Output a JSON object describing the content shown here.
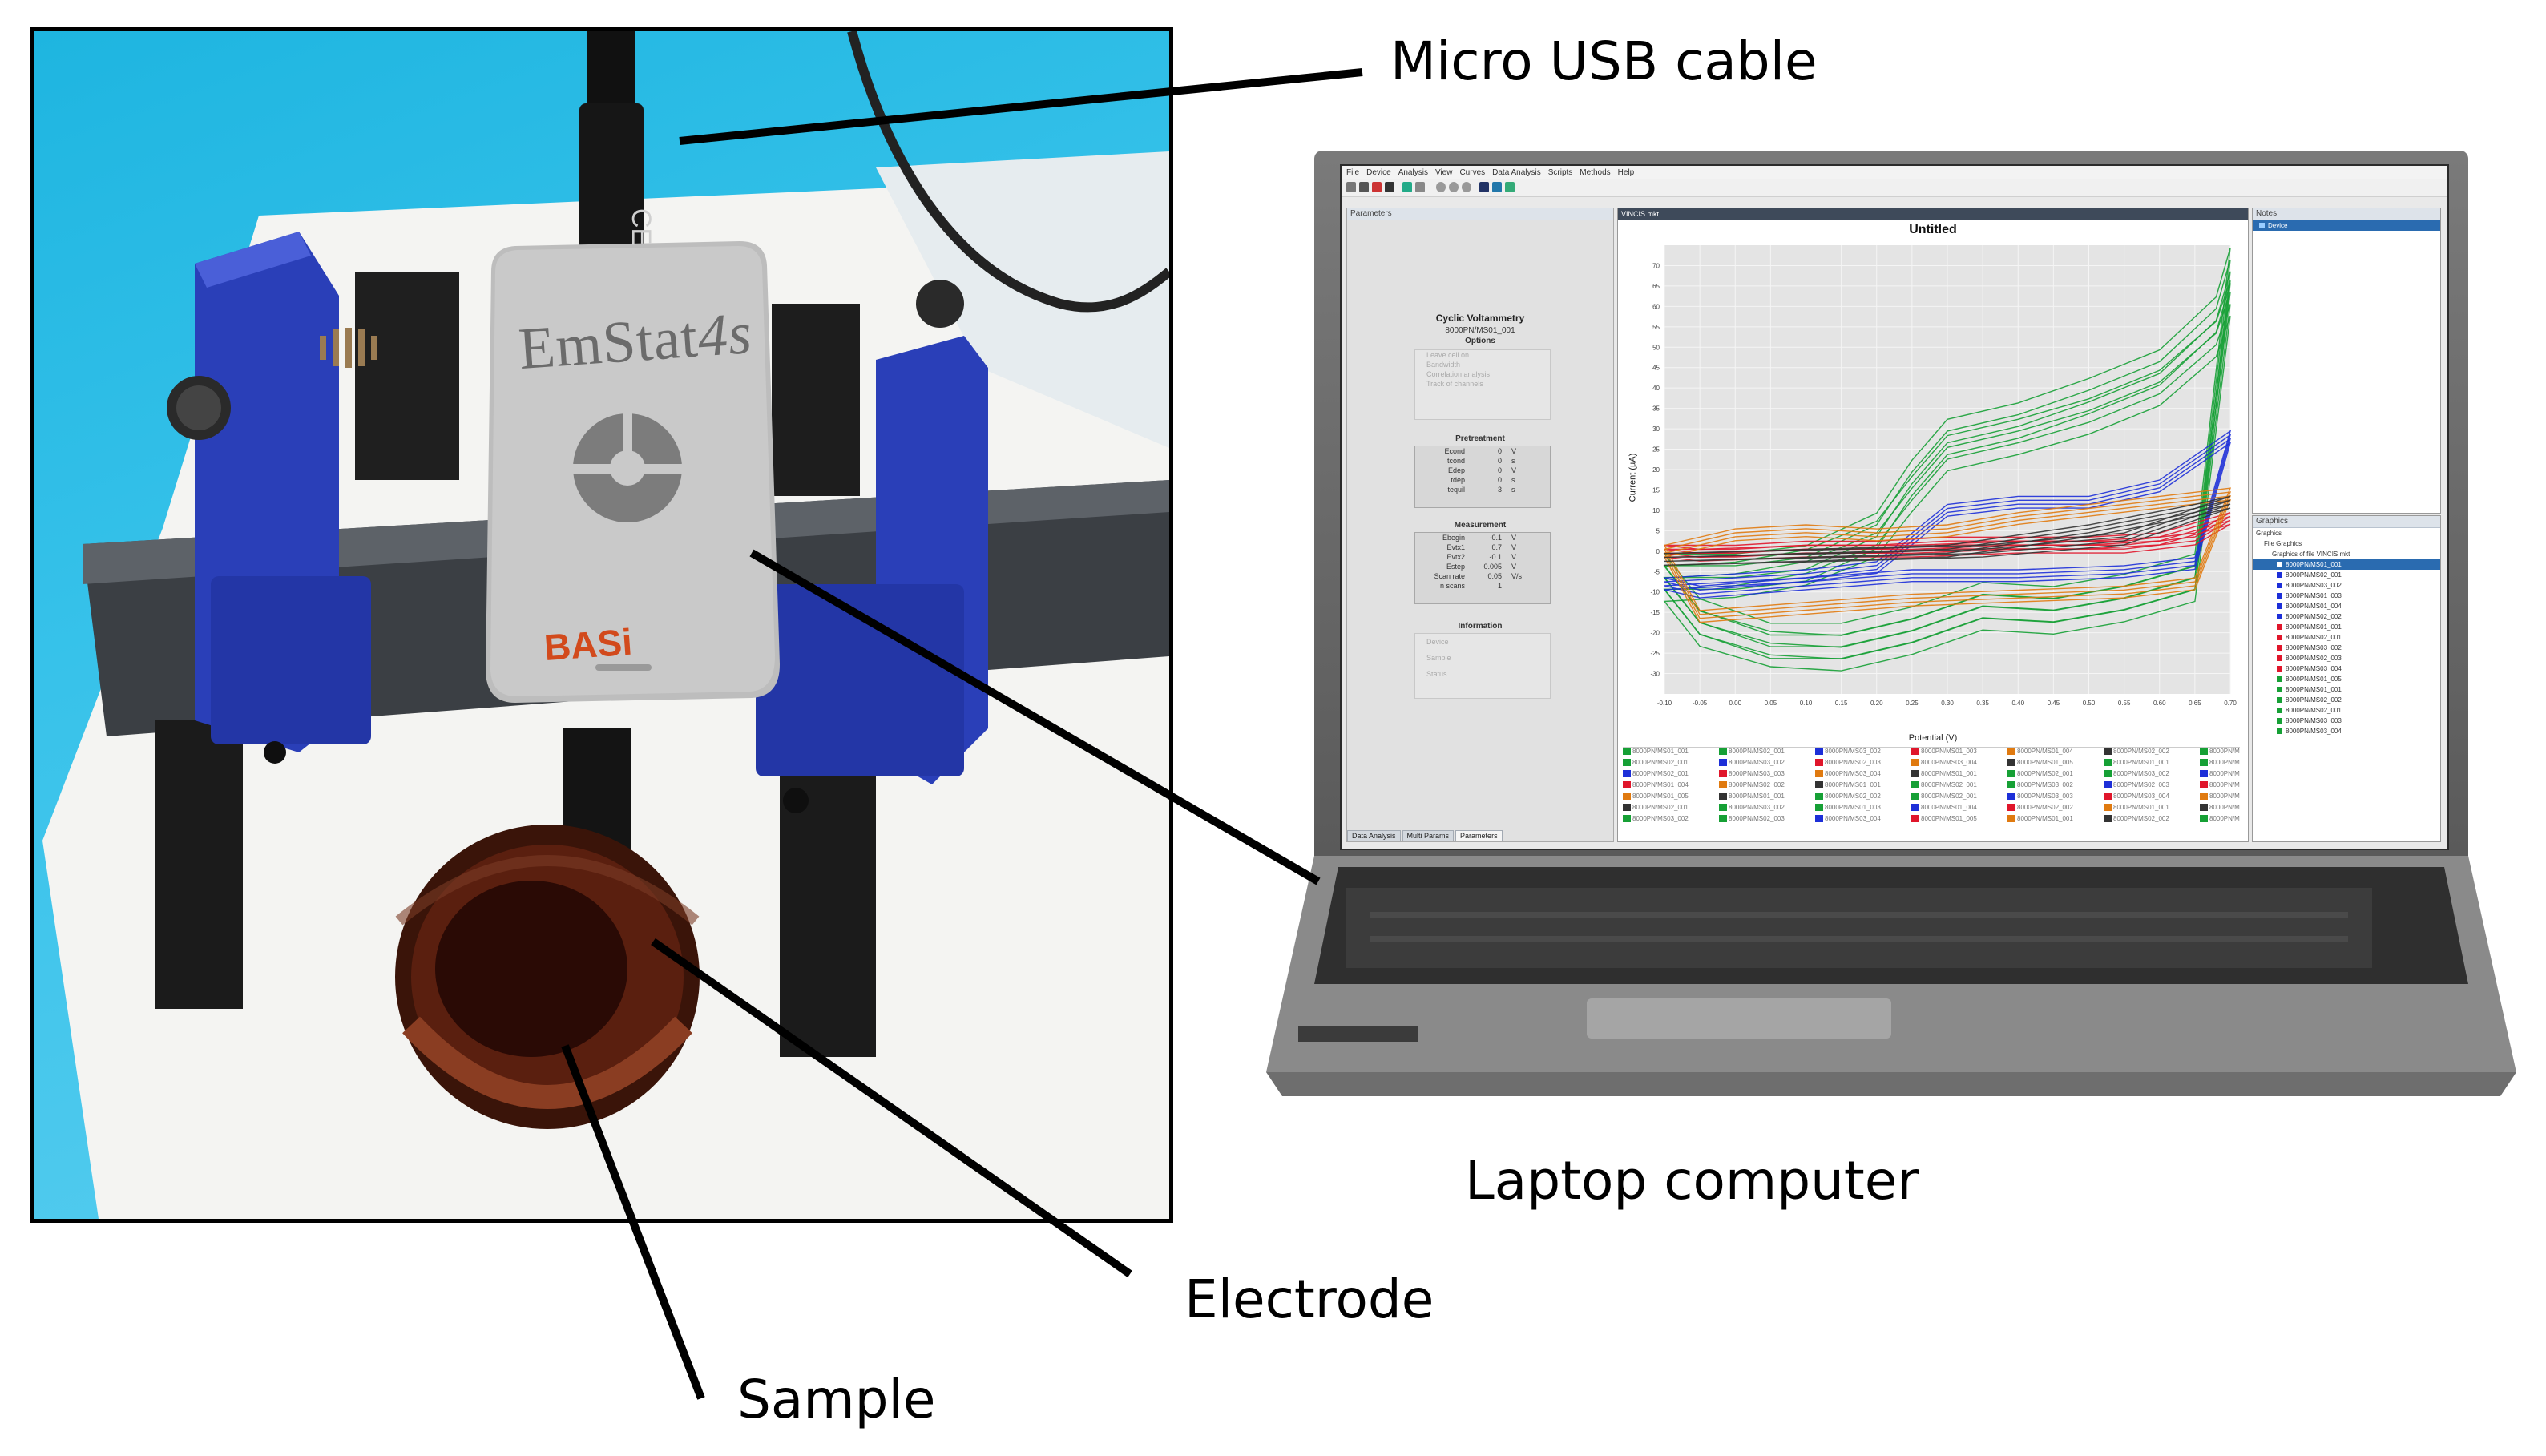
{
  "labels": {
    "usb": "Micro USB cable",
    "laptop": "Laptop computer",
    "electrode": "Electrode",
    "sample": "Sample"
  },
  "device": {
    "brand": "EmStat",
    "brand_suffix": "4s",
    "maker": "BASi",
    "cable_mark": "CE"
  },
  "app": {
    "menu": [
      "File",
      "Device",
      "Analysis",
      "View",
      "Curves",
      "Data Analysis",
      "Scripts",
      "Methods",
      "Help"
    ],
    "params_panel_title": "Parameters",
    "method_title": "Cyclic Voltammetry",
    "method_file": "8000PN/MS01_001",
    "options_label": "Options",
    "options": [
      "Leave cell on",
      "Bandwidth",
      "Correlation analysis",
      "Track of channels"
    ],
    "pretreatment_label": "Pretreatment",
    "pretreatment": [
      {
        "name": "Econd",
        "value": "0",
        "unit": "V"
      },
      {
        "name": "tcond",
        "value": "0",
        "unit": "s"
      },
      {
        "name": "Edep",
        "value": "0",
        "unit": "V"
      },
      {
        "name": "tdep",
        "value": "0",
        "unit": "s"
      },
      {
        "name": "tequil",
        "value": "3",
        "unit": "s"
      }
    ],
    "measurement_label": "Measurement",
    "measurement": [
      {
        "name": "Ebegin",
        "value": "-0.1",
        "unit": "V"
      },
      {
        "name": "Evtx1",
        "value": "0.7",
        "unit": "V"
      },
      {
        "name": "Evtx2",
        "value": "-0.1",
        "unit": "V"
      },
      {
        "name": "Estep",
        "value": "0.005",
        "unit": "V"
      },
      {
        "name": "Scan rate",
        "value": "0.05",
        "unit": "V/s"
      },
      {
        "name": "n scans",
        "value": "1",
        "unit": ""
      }
    ],
    "information_label": "Information",
    "information": [
      "Device",
      "Sample",
      "Status"
    ],
    "bottom_tabs": [
      "Data Analysis",
      "Multi Params",
      "Parameters"
    ],
    "plot_window_title": "VINCIS mkt",
    "plot_title": "Untitled",
    "notes_title": "Notes",
    "notes_item": "Device",
    "graphics_title": "Graphics",
    "graphics_tree": [
      "Graphics",
      "File Graphics",
      "Graphics of file VINCIS mkt"
    ],
    "graphics_items": [
      {
        "label": "8000PN/MS01_001",
        "color": "#ffffff"
      },
      {
        "label": "8000PN/MS02_001",
        "color": "#1d2fd8"
      },
      {
        "label": "8000PN/MS03_002",
        "color": "#1d2fd8"
      },
      {
        "label": "8000PN/MS01_003",
        "color": "#1d2fd8"
      },
      {
        "label": "8000PN/MS01_004",
        "color": "#1d2fd8"
      },
      {
        "label": "8000PN/MS02_002",
        "color": "#1d2fd8"
      },
      {
        "label": "8000PN/MS01_001",
        "color": "#e0162b"
      },
      {
        "label": "8000PN/MS02_001",
        "color": "#e0162b"
      },
      {
        "label": "8000PN/MS03_002",
        "color": "#e0162b"
      },
      {
        "label": "8000PN/MS02_003",
        "color": "#e0162b"
      },
      {
        "label": "8000PN/MS03_004",
        "color": "#e0162b"
      },
      {
        "label": "8000PN/MS01_005",
        "color": "#16a035"
      },
      {
        "label": "8000PN/MS01_001",
        "color": "#16a035"
      },
      {
        "label": "8000PN/MS02_002",
        "color": "#16a035"
      },
      {
        "label": "8000PN/MS02_001",
        "color": "#16a035"
      },
      {
        "label": "8000PN/MS03_003",
        "color": "#16a035"
      },
      {
        "label": "8000PN/MS03_004",
        "color": "#16a035"
      }
    ]
  },
  "chart_data": {
    "type": "line",
    "title": "Untitled",
    "xlabel": "Potential (V)",
    "ylabel": "Current (µA)",
    "xlim": [
      -0.1,
      0.7
    ],
    "ylim": [
      -35,
      75
    ],
    "xticks": [
      "-0.10",
      "-0.05",
      "0.00",
      "0.05",
      "0.10",
      "0.15",
      "0.20",
      "0.25",
      "0.30",
      "0.35",
      "0.40",
      "0.45",
      "0.50",
      "0.55",
      "0.60",
      "0.65",
      "0.70"
    ],
    "yticks": [
      "-30",
      "-25",
      "-20",
      "-15",
      "-10",
      "-5",
      "0",
      "5",
      "10",
      "15",
      "20",
      "25",
      "30",
      "35",
      "40",
      "45",
      "50",
      "55",
      "60",
      "65",
      "70"
    ],
    "grid": true,
    "series": [
      {
        "color": "#16a035",
        "x": [
          -0.1,
          0.0,
          0.1,
          0.2,
          0.25,
          0.3,
          0.4,
          0.5,
          0.6,
          0.68,
          0.7,
          0.65,
          0.55,
          0.45,
          0.35,
          0.25,
          0.15,
          0.05,
          -0.05,
          -0.1
        ],
        "y": [
          -5,
          -5,
          -3,
          5,
          18,
          28,
          32,
          38,
          45,
          58,
          70,
          -5,
          -10,
          -13,
          -12,
          -18,
          -22,
          -22,
          -16,
          -5
        ]
      },
      {
        "color": "#16a035",
        "x": [
          -0.1,
          0.0,
          0.1,
          0.2,
          0.25,
          0.3,
          0.4,
          0.5,
          0.6,
          0.68,
          0.7,
          0.65,
          0.55,
          0.45,
          0.35,
          0.25,
          0.15,
          0.05,
          -0.05,
          -0.1
        ],
        "y": [
          -8,
          -7,
          -4,
          3,
          14,
          24,
          28,
          33,
          40,
          52,
          62,
          -8,
          -13,
          -16,
          -15,
          -21,
          -25,
          -24,
          -19,
          -8
        ]
      },
      {
        "color": "#1d2fd8",
        "x": [
          -0.1,
          0.0,
          0.1,
          0.2,
          0.3,
          0.4,
          0.5,
          0.6,
          0.7,
          0.65,
          0.55,
          0.4,
          0.25,
          0.1,
          -0.05,
          -0.1
        ],
        "y": [
          -8,
          -7,
          -6,
          -4,
          10,
          12,
          12,
          16,
          28,
          -3,
          -5,
          -6,
          -6,
          -8,
          -10,
          -8
        ]
      },
      {
        "color": "#e0162b",
        "x": [
          -0.1,
          0.0,
          0.1,
          0.2,
          0.3,
          0.4,
          0.5,
          0.6,
          0.7,
          0.65,
          0.55,
          0.4,
          0.25,
          0.1,
          -0.05,
          -0.1
        ],
        "y": [
          0,
          0,
          1,
          1,
          2,
          2,
          2,
          3,
          8,
          3,
          1,
          1,
          0,
          0,
          -1,
          0
        ]
      },
      {
        "color": "#e07a10",
        "x": [
          -0.1,
          0.0,
          0.1,
          0.2,
          0.3,
          0.4,
          0.5,
          0.6,
          0.7,
          0.65,
          0.55,
          0.4,
          0.25,
          0.1,
          -0.05,
          -0.1
        ],
        "y": [
          0,
          4,
          5,
          4,
          5,
          8,
          10,
          12,
          14,
          -8,
          -10,
          -11,
          -12,
          -14,
          -16,
          0
        ]
      },
      {
        "color": "#333333",
        "x": [
          -0.1,
          0.1,
          0.3,
          0.5,
          0.65,
          0.7,
          0.55,
          0.35,
          0.15,
          -0.1
        ],
        "y": [
          -2,
          -1,
          0,
          5,
          10,
          12,
          3,
          0,
          -1,
          -2
        ]
      }
    ]
  }
}
